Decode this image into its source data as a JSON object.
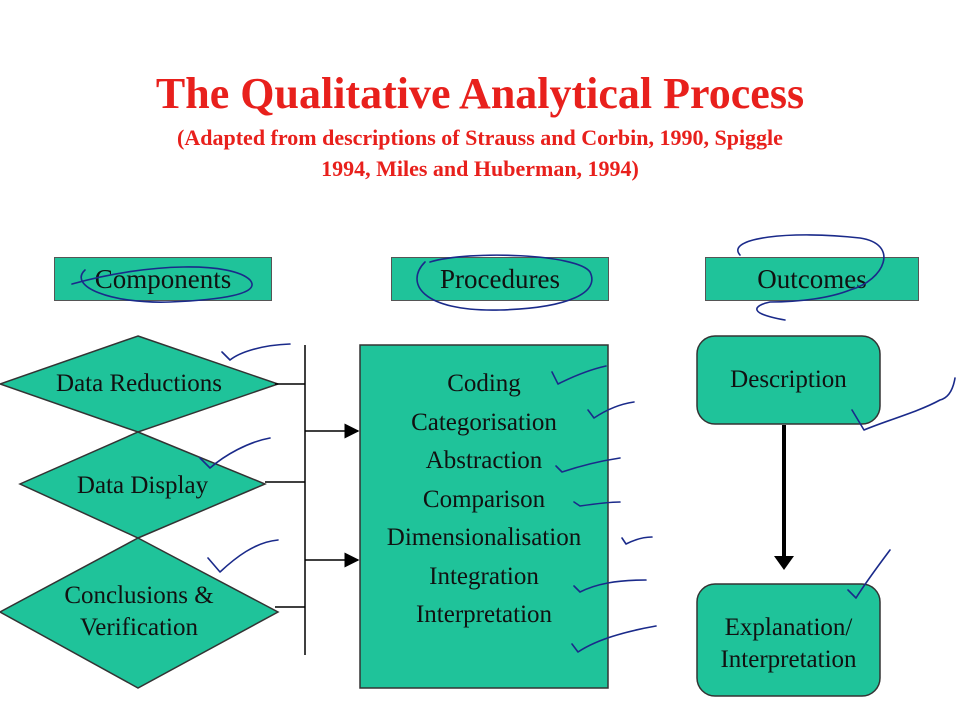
{
  "title": "The Qualitative Analytical Process",
  "subtitle_line1": "(Adapted from descriptions of Strauss and Corbin, 1990, Spiggle",
  "subtitle_line2": "1994, Miles and Huberman, 1994)",
  "headers": {
    "components": "Components",
    "procedures": "Procedures",
    "outcomes": "Outcomes"
  },
  "components": [
    "Data Reductions",
    "Data Display",
    "Conclusions &",
    "Verification"
  ],
  "procedures": [
    "Coding",
    "Categorisation",
    "Abstraction",
    "Comparison",
    "Dimensionalisation",
    "Integration",
    "Interpretation"
  ],
  "outcomes": {
    "description": "Description",
    "explanation_line1": "Explanation/",
    "explanation_line2": "Interpretation"
  },
  "colors": {
    "title": "#e8201c",
    "shape_fill": "#1fc39a",
    "annotation_ink": "#1a2a8a"
  }
}
